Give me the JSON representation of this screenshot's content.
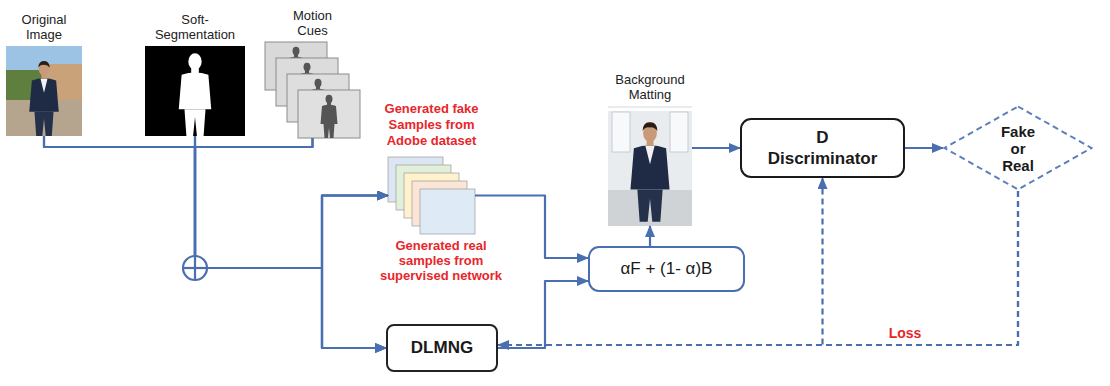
{
  "diagram": {
    "nodes": [
      {
        "text": [
          "Original Image"
        ]
      },
      {
        "text": [
          "Soft-Segmentation"
        ]
      },
      {
        "text": [
          "Motion Cues"
        ]
      },
      {
        "text": [
          "Generated fake Samples from Adobe dataset"
        ]
      },
      {
        "text": [
          "DLMNG"
        ]
      },
      {
        "text": [
          "αF + (1- α)B"
        ]
      },
      {
        "text": [
          "Background Matting"
        ]
      },
      {
        "text": [
          "D",
          "Discriminator"
        ]
      },
      {
        "text": [
          "Fake or Real"
        ]
      }
    ],
    "edges": [
      {
        "from": 0,
        "to": 3,
        "arrow": "to"
      },
      {
        "from": 0,
        "to": 4,
        "arrow": "to"
      },
      {
        "from": 1,
        "to": 3,
        "arrow": "to"
      },
      {
        "from": 1,
        "to": 4,
        "arrow": "to"
      },
      {
        "from": 2,
        "to": 3,
        "arrow": "to"
      },
      {
        "from": 2,
        "to": 4,
        "arrow": "to"
      },
      {
        "from": 3,
        "to": 5,
        "arrow": "to"
      },
      {
        "from": 4,
        "to": 5,
        "arrow": "to"
      },
      {
        "from": 5,
        "to": 6,
        "arrow": "to"
      },
      {
        "from": 6,
        "to": 7,
        "arrow": "to"
      },
      {
        "from": 7,
        "to": 8,
        "arrow": "to"
      },
      {
        "from": 8,
        "to": 4,
        "label": "Loss",
        "arrow": "to"
      },
      {
        "from": 8,
        "to": 7,
        "arrow": "to"
      }
    ],
    "labels": [
      "Generated real samples from supervised network"
    ]
  }
}
